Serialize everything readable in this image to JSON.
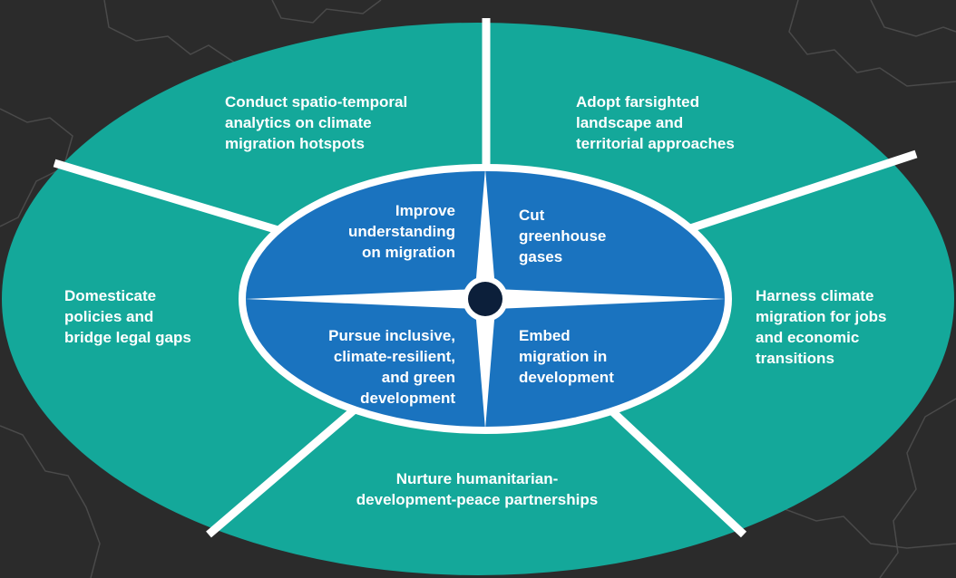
{
  "colors": {
    "background": "#2b2b2b",
    "map_lines": "#4a4a4a",
    "outer_ring": "#14a89a",
    "inner_ellipse": "#1a73bf",
    "divider": "#ffffff",
    "center_dot": "#0c1f3a",
    "text": "#ffffff"
  },
  "outer_actions": [
    {
      "id": "spatio",
      "label": "Conduct spatio-temporal\nanalytics on climate\nmigration hotspots"
    },
    {
      "id": "farsighted",
      "label": "Adopt farsighted\nlandscape and\nterritorial approaches"
    },
    {
      "id": "harness",
      "label": "Harness climate\nmigration for jobs\nand economic\ntransitions"
    },
    {
      "id": "nurture",
      "label": "Nurture humanitarian-\ndevelopment-peace partnerships"
    },
    {
      "id": "domesticate",
      "label": "Domesticate\npolicies and\nbridge legal gaps"
    }
  ],
  "inner_goals": [
    {
      "id": "understanding",
      "label": "Improve\nunderstanding\non migration"
    },
    {
      "id": "greenhouse",
      "label": "Cut\ngreenhouse\ngases"
    },
    {
      "id": "inclusive",
      "label": "Pursue inclusive,\nclimate-resilient,\nand green\ndevelopment"
    },
    {
      "id": "embed",
      "label": "Embed\nmigration in\ndevelopment"
    }
  ]
}
